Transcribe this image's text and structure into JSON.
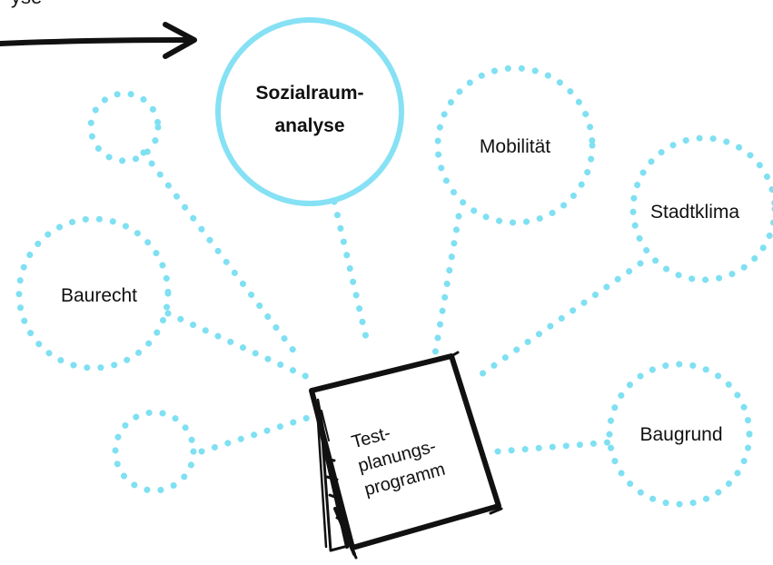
{
  "top_fragment": "yse",
  "nodes": {
    "sozialraum": {
      "line1": "Sozialraum-",
      "line2": "analyse"
    },
    "mobilitaet": "Mobilität",
    "stadtklima": "Stadtklima",
    "baurecht": "Baurecht",
    "baugrund": "Baugrund"
  },
  "center_document": {
    "line1": "Test-",
    "line2": "planungs-",
    "line3": "programm"
  },
  "colors": {
    "dots": "#7fe0f2",
    "highlight_ring": "#86e1f4",
    "ink": "#111111"
  }
}
